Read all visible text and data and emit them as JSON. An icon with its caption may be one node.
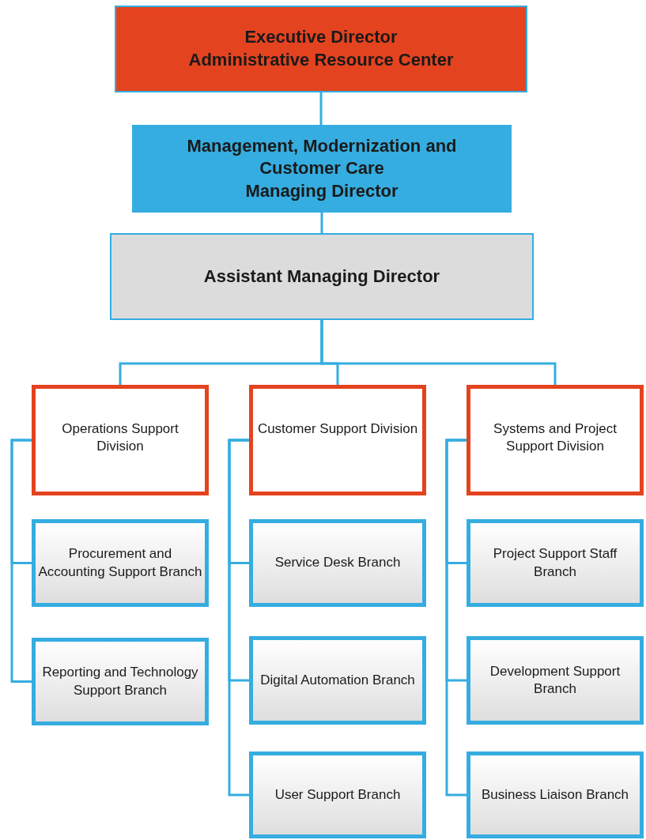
{
  "diagram": {
    "nodes": [
      {
        "text": [
          "Executive Director",
          "Administrative Resource Center"
        ]
      },
      {
        "text": [
          "Management, Modernization and Customer Care",
          "Managing Director"
        ]
      },
      {
        "text": [
          "Assistant Managing Director"
        ]
      },
      {
        "text": [
          "Operations Support Division"
        ]
      },
      {
        "text": [
          "Customer Support Division"
        ]
      },
      {
        "text": [
          "Systems and Project Support Division"
        ]
      },
      {
        "text": [
          "Procurement and Accounting Support Branch"
        ]
      },
      {
        "text": [
          "Reporting and Technology Support Branch"
        ]
      },
      {
        "text": [
          "Service Desk Branch"
        ]
      },
      {
        "text": [
          "Digital Automation Branch"
        ]
      },
      {
        "text": [
          "User Support Branch"
        ]
      },
      {
        "text": [
          "Project Support Staff Branch"
        ]
      },
      {
        "text": [
          "Development Support Branch"
        ]
      },
      {
        "text": [
          "Business Liaison Branch"
        ]
      }
    ],
    "edges": [
      {
        "from": 0,
        "to": 1,
        "arrow": "none"
      },
      {
        "from": 1,
        "to": 2,
        "arrow": "none"
      },
      {
        "from": 2,
        "to": 3,
        "arrow": "none"
      },
      {
        "from": 2,
        "to": 4,
        "arrow": "none"
      },
      {
        "from": 2,
        "to": 5,
        "arrow": "none"
      },
      {
        "from": 3,
        "to": 6,
        "arrow": "none"
      },
      {
        "from": 3,
        "to": 7,
        "arrow": "none"
      },
      {
        "from": 4,
        "to": 8,
        "arrow": "none"
      },
      {
        "from": 4,
        "to": 9,
        "arrow": "none"
      },
      {
        "from": 4,
        "to": 10,
        "arrow": "none"
      },
      {
        "from": 5,
        "to": 11,
        "arrow": "none"
      },
      {
        "from": 5,
        "to": 12,
        "arrow": "none"
      },
      {
        "from": 5,
        "to": 13,
        "arrow": "none"
      }
    ]
  }
}
